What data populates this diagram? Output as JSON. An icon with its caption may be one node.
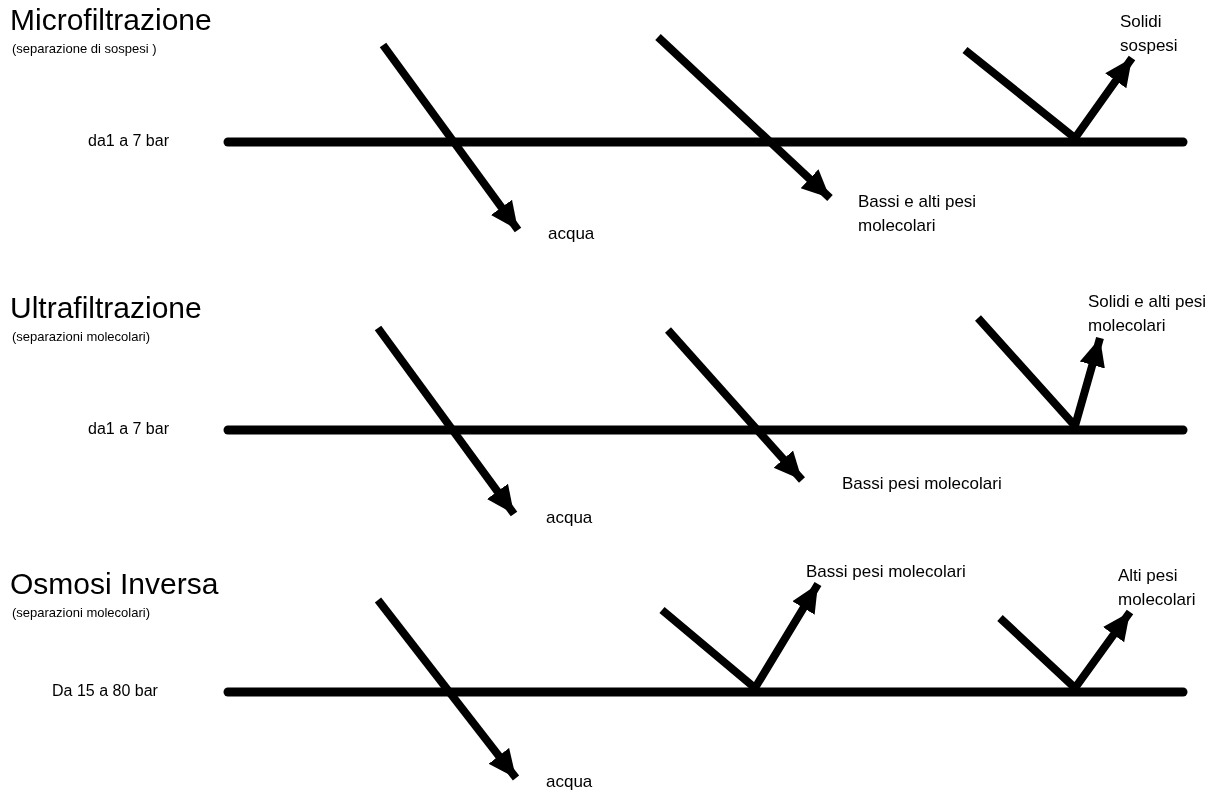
{
  "diagram": {
    "nodes": [
      {
        "text": [
          "Solidi sospesi"
        ]
      },
      {
        "text": [
          "acqua"
        ]
      },
      {
        "text": [
          "Bassi e alti pesi molecolari"
        ]
      },
      {
        "text": [
          "Solidi e alti pesi molecolari"
        ]
      },
      {
        "text": [
          "acqua"
        ]
      },
      {
        "text": [
          "Bassi pesi molecolari"
        ]
      },
      {
        "text": [
          "Bassi pesi molecolari"
        ]
      },
      {
        "text": [
          "Alti pesi molecolari"
        ]
      },
      {
        "text": [
          "acqua"
        ]
      }
    ],
    "edges": [
      {
        "from": null,
        "to": 0,
        "arrow": "to"
      },
      {
        "from": null,
        "to": 1,
        "arrow": "to"
      },
      {
        "from": null,
        "to": 2,
        "arrow": "to"
      },
      {
        "from": null,
        "to": 3,
        "arrow": "to"
      },
      {
        "from": null,
        "to": 4,
        "arrow": "to"
      },
      {
        "from": null,
        "to": 5,
        "arrow": "to"
      },
      {
        "from": null,
        "to": 6,
        "arrow": "to"
      },
      {
        "from": null,
        "to": 7,
        "arrow": "to"
      },
      {
        "from": null,
        "to": 8,
        "arrow": "to"
      }
    ],
    "labels": [
      "Microfiltrazione",
      "(separazione di sospesi )",
      "da1 a 7 bar",
      "Ultrafiltrazione",
      "(separazioni molecolari)",
      "da1 a 7 bar",
      "Osmosi Inversa",
      "(separazioni molecolari)",
      "Da 15 a 80 bar"
    ]
  }
}
